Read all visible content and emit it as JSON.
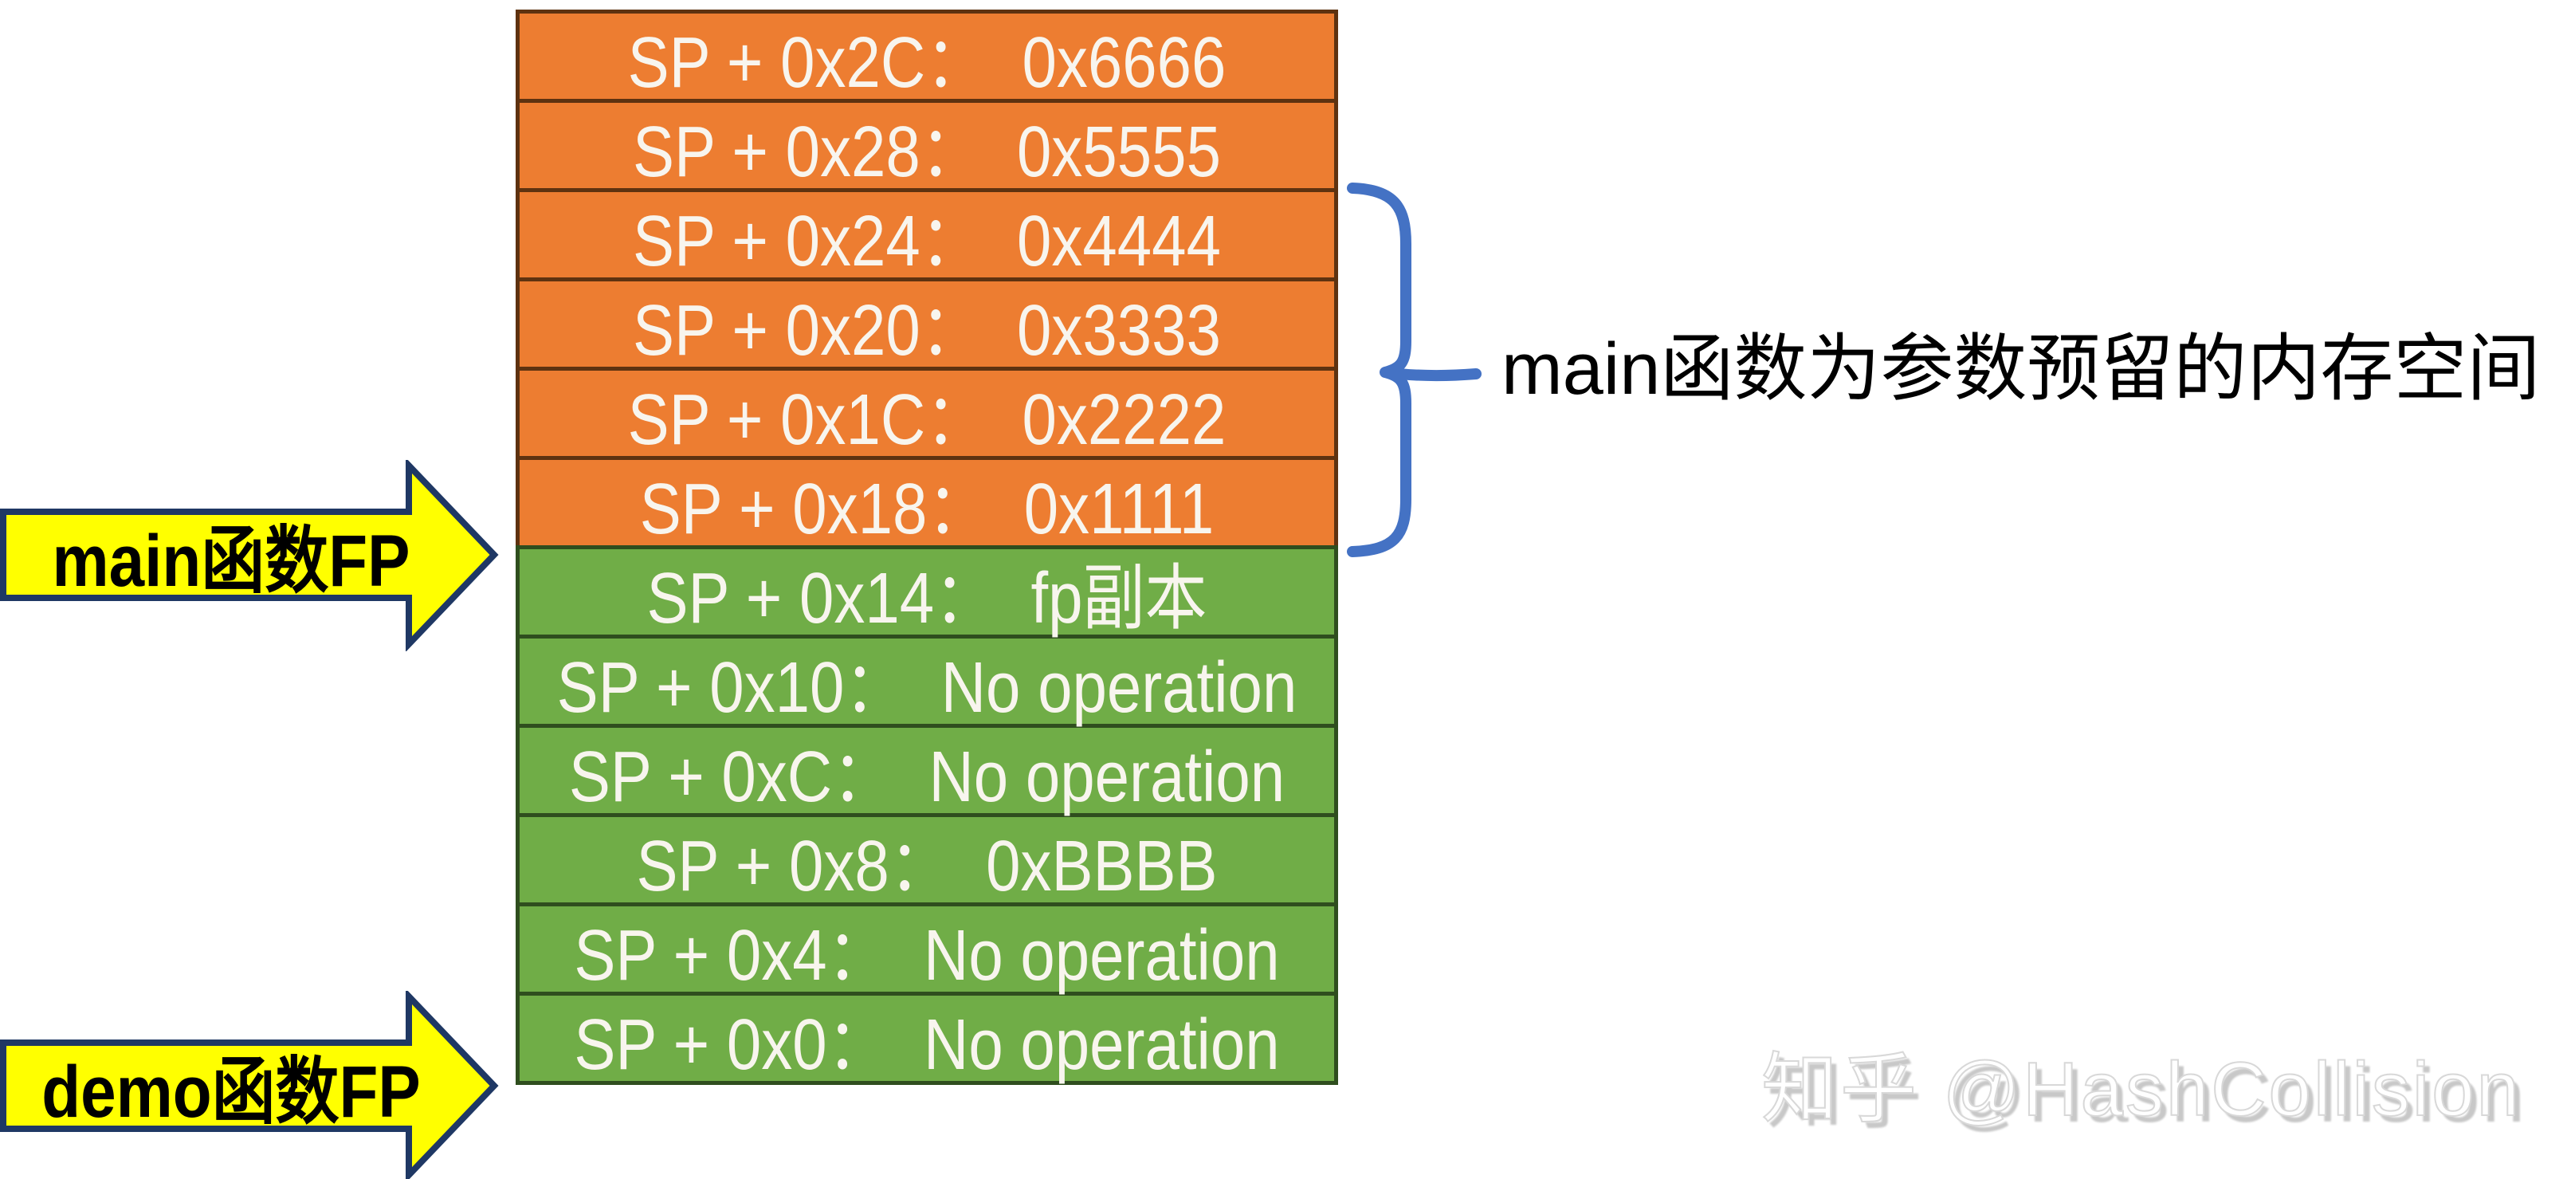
{
  "colors": {
    "orange-fill": "#ED7D31",
    "orange-border": "#5E3210",
    "green-fill": "#70AD47",
    "green-border": "#2F4E1E",
    "arrow-fill": "#FFFF00",
    "arrow-border": "#1F3864",
    "brace-blue": "#4472C4",
    "cell-text": "#F8F5EE",
    "label-text": "#000000",
    "watermark-gray": "#C8C8C8"
  },
  "stack": {
    "rows": [
      {
        "section": "orange",
        "text": "SP + 0x2C：  0x6666"
      },
      {
        "section": "orange",
        "text": "SP + 0x28：  0x5555"
      },
      {
        "section": "orange",
        "text": "SP + 0x24：  0x4444"
      },
      {
        "section": "orange",
        "text": "SP + 0x20：  0x3333"
      },
      {
        "section": "orange",
        "text": "SP + 0x1C：  0x2222"
      },
      {
        "section": "orange",
        "text": "SP + 0x18：  0x1111"
      },
      {
        "section": "green",
        "text": "SP + 0x14：  fp副本"
      },
      {
        "section": "green",
        "text": "SP + 0x10：  No operation"
      },
      {
        "section": "green",
        "text": "SP + 0xC：  No operation"
      },
      {
        "section": "green",
        "text": "SP + 0x8：  0xBBBB"
      },
      {
        "section": "green",
        "text": "SP + 0x4：  No operation"
      },
      {
        "section": "green",
        "text": "SP + 0x0：  No operation"
      }
    ]
  },
  "annotations": {
    "main_fp_label": "main函数FP",
    "demo_fp_label": "demo函数FP",
    "brace_label": "main函数为参数预留的内存空间"
  },
  "watermark": {
    "text": "知乎 @HashCollision"
  }
}
